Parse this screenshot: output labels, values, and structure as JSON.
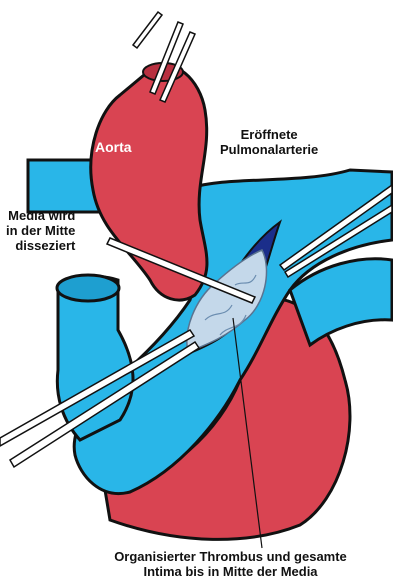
{
  "colors": {
    "artery_blue": "#29b6e8",
    "aorta_red": "#d94452",
    "thrombus": "#c4d8ea",
    "incision_dark": "#1b2e8a",
    "outline": "#111111",
    "instrument": "#ffffff"
  },
  "labels": {
    "aorta": "Aorta",
    "pulmonary_artery": [
      "Eröffnete",
      "Pulmonalarterie"
    ],
    "media_dissection": [
      "Media wird",
      "in der Mitte",
      "disseziert"
    ],
    "thrombus": [
      "Organisierter Thrombus und gesamte",
      "Intima bis in Mitte der Media"
    ]
  }
}
